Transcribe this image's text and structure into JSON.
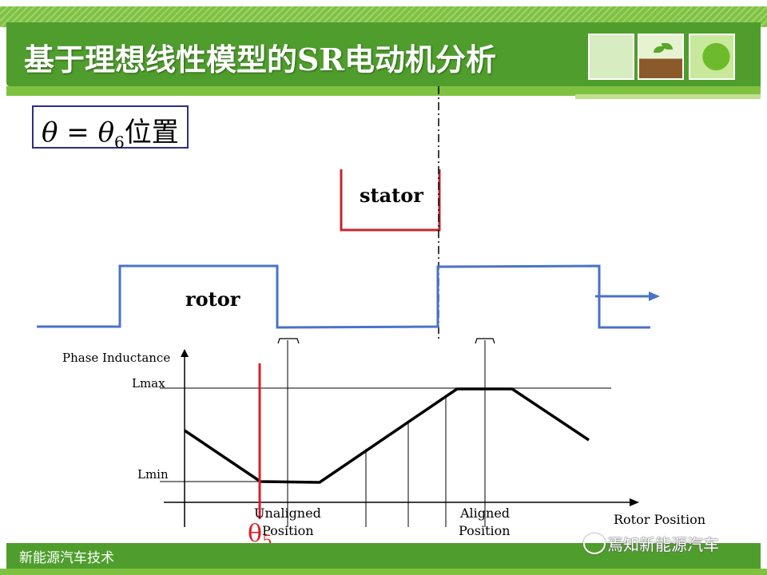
{
  "slide": {
    "title": "基于理想线性模型的SR电动机分析",
    "theta_label": "θ = θ",
    "theta_sub": "6",
    "theta_suffix": "位置",
    "footer": "新能源汽车技术",
    "watermark": "焉知新能源汽车"
  },
  "diagram": {
    "stator_label": "stator",
    "rotor_label": "rotor",
    "y_axis_label": "Phase Inductance",
    "x_axis_label": "Rotor Position",
    "lmax_label": "Lmax",
    "lmin_label": "Lmin",
    "unaligned_line1": "Unaligned",
    "unaligned_line2": "Position",
    "aligned_line1": "Aligned",
    "aligned_line2": "Position",
    "theta_marker": "θ",
    "theta_marker_sub": "5"
  },
  "colors": {
    "header_green": "#4f9e2d",
    "stripe_green": "#7fc241",
    "rotor_blue": "#4a72c8",
    "stator_red": "#c0282d",
    "marker_red": "#d8202a",
    "curve_black": "#000000"
  }
}
